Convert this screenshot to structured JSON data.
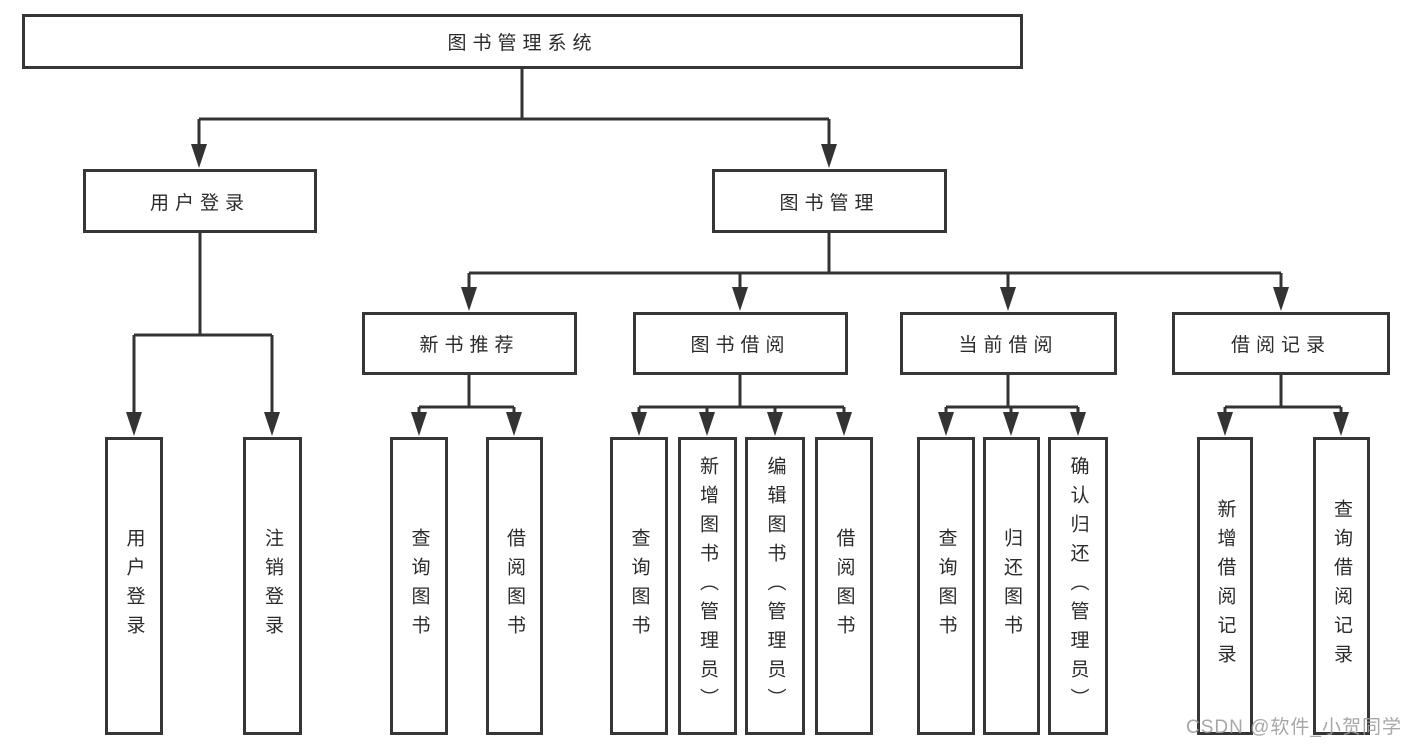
{
  "diagram": {
    "root": {
      "label": "图书管理系统"
    },
    "level2": [
      {
        "label": "用户登录"
      },
      {
        "label": "图书管理"
      }
    ],
    "level3": [
      {
        "label": "新书推荐"
      },
      {
        "label": "图书借阅"
      },
      {
        "label": "当前借阅"
      },
      {
        "label": "借阅记录"
      }
    ],
    "leaves": [
      {
        "label": "用户登录"
      },
      {
        "label": "注销登录"
      },
      {
        "label": "查询图书"
      },
      {
        "label": "借阅图书"
      },
      {
        "label": "查询图书"
      },
      {
        "label": "新增图书（管理员）"
      },
      {
        "label": "编辑图书（管理员）"
      },
      {
        "label": "借阅图书"
      },
      {
        "label": "查询图书"
      },
      {
        "label": "归还图书"
      },
      {
        "label": "确认归还（管理员）"
      },
      {
        "label": "新增借阅记录"
      },
      {
        "label": "查询借阅记录"
      }
    ]
  },
  "watermark": {
    "text": "CSDN @软件_小贺同学"
  },
  "colors": {
    "line": "#333333",
    "box_border": "#363636",
    "text": "#2b2b2b",
    "watermark_text": "#9e9e9e",
    "background": "#ffffff"
  }
}
